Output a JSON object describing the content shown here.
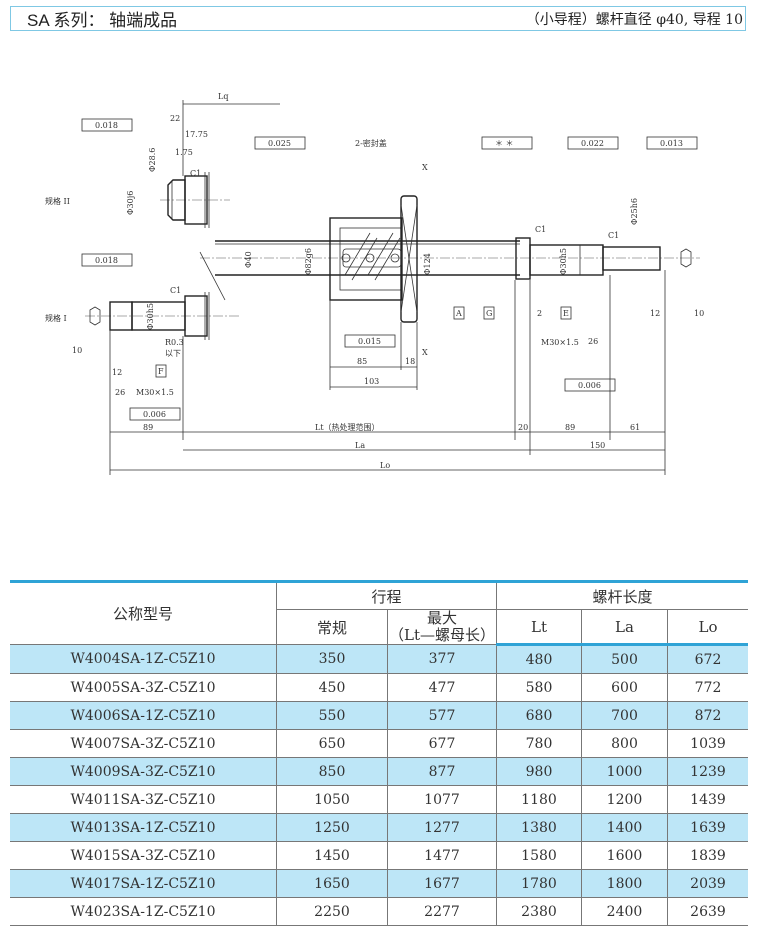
{
  "header": {
    "title": "SA 系列： 轴端成品",
    "subtitle": "（小导程）螺杆直径 φ40, 导程 10"
  },
  "drawing": {
    "spec2": "规格 II",
    "spec1": "规格 I",
    "gt1": "0.018",
    "gt2": "0.018",
    "gt3": "0.025",
    "gt4": "＊ ＊",
    "gt5": "0.022",
    "gt6": "0.013",
    "gt7": "0.015",
    "gt8": "0.006",
    "gt9": "0.006",
    "dA": "A",
    "dG": "G",
    "dE": "E",
    "dF": "F",
    "seal": "2-密封盖",
    "c1": "C1",
    "r03": "R0.3",
    "yixia": "以下",
    "d22": "22",
    "d1775": "17.75",
    "d175": "1.75",
    "d288": "Φ28.6",
    "d30j6": "Φ30j6",
    "d30h5": "Φ30h5",
    "d40": "Φ40",
    "d82": "Φ82g6",
    "d124": "Φ124",
    "d25": "Φ25h6",
    "m30": "M30×1.5",
    "d12": "12",
    "d26": "26",
    "d10": "10",
    "d2": "2",
    "d85": "85",
    "d18": "18",
    "d103": "103",
    "d89": "89",
    "lt": "Lt（热处理范围）",
    "d20": "20",
    "d89b": "89",
    "d61": "61",
    "la": "La",
    "d150": "150",
    "lo": "Lo",
    "lq": "Lq",
    "x": "X"
  },
  "table": {
    "headers": {
      "model": "公称型号",
      "stroke": "行程",
      "normal": "常规",
      "max": "最大",
      "max_note": "（Lt—螺母长）",
      "length": "螺杆长度",
      "lt": "Lt",
      "la": "La",
      "lo": "Lo"
    },
    "rows": [
      [
        "W4004SA-1Z-C5Z10",
        "350",
        "377",
        "480",
        "500",
        "672"
      ],
      [
        "W4005SA-3Z-C5Z10",
        "450",
        "477",
        "580",
        "600",
        "772"
      ],
      [
        "W4006SA-1Z-C5Z10",
        "550",
        "577",
        "680",
        "700",
        "872"
      ],
      [
        "W4007SA-3Z-C5Z10",
        "650",
        "677",
        "780",
        "800",
        "1039"
      ],
      [
        "W4009SA-3Z-C5Z10",
        "850",
        "877",
        "980",
        "1000",
        "1239"
      ],
      [
        "W4011SA-3Z-C5Z10",
        "1050",
        "1077",
        "1180",
        "1200",
        "1439"
      ],
      [
        "W4013SA-1Z-C5Z10",
        "1250",
        "1277",
        "1380",
        "1400",
        "1639"
      ],
      [
        "W4015SA-3Z-C5Z10",
        "1450",
        "1477",
        "1580",
        "1600",
        "1839"
      ],
      [
        "W4017SA-1Z-C5Z10",
        "1650",
        "1677",
        "1780",
        "1800",
        "2039"
      ],
      [
        "W4023SA-1Z-C5Z10",
        "2250",
        "2277",
        "2380",
        "2400",
        "2639"
      ]
    ]
  },
  "colors": {
    "accent": "#2fa3d6",
    "row_highlight": "#bde6f7"
  }
}
